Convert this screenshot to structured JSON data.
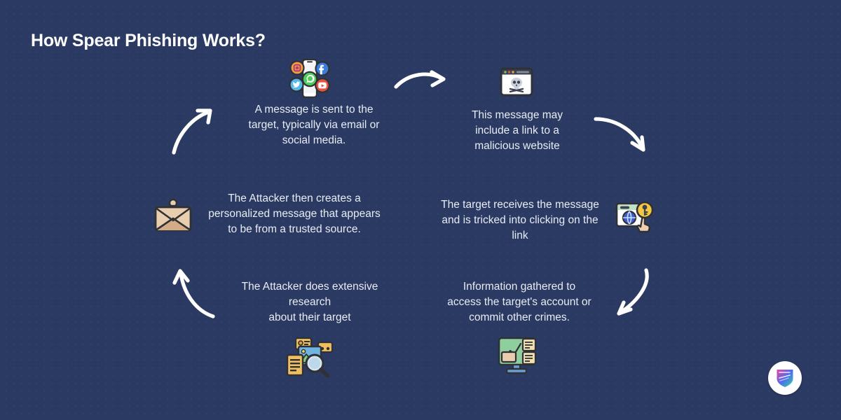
{
  "page": {
    "title": "How Spear Phishing Works?",
    "background_color": "#2b3a62",
    "text_color": "#e8ecf5",
    "title_color": "#ffffff",
    "arrow_color": "#ffffff"
  },
  "steps": [
    {
      "id": "step-1",
      "icon": "phone-social-media-icon",
      "text": "A message is sent to the\ntarget, typically via email or\nsocial media."
    },
    {
      "id": "step-2",
      "icon": "malicious-website-browser-icon",
      "text": "This message may\ninclude a link to a\nmalicious website"
    },
    {
      "id": "step-3",
      "icon": "browser-globe-click-key-icon",
      "text": "The target receives the message\nand is tricked into clicking on the\nlink"
    },
    {
      "id": "step-4",
      "icon": "data-exfiltration-monitor-icon",
      "text": "Information gathered to\naccess the target's account or\ncommit other crimes."
    },
    {
      "id": "step-5",
      "icon": "research-magnifier-documents-icon",
      "text": "The Attacker does extensive research\nabout their target"
    },
    {
      "id": "step-6",
      "icon": "envelope-person-icon",
      "text": "The Attacker then creates a\npersonalized message that appears\nto be from a trusted source."
    }
  ],
  "arrows": [
    {
      "id": "arrow-top-right",
      "name": "arrow-step1-to-step2",
      "direction": "right"
    },
    {
      "id": "arrow-right-down",
      "name": "arrow-step2-to-step3",
      "direction": "down-right"
    },
    {
      "id": "arrow-bottom-right",
      "name": "arrow-step3-to-step4",
      "direction": "down-left"
    },
    {
      "id": "arrow-bottom-left",
      "name": "arrow-step4-to-step5",
      "direction": "up-left"
    },
    {
      "id": "arrow-left-up",
      "name": "arrow-step5-to-step6",
      "direction": "up-right"
    }
  ],
  "logo": {
    "name": "shield-logo",
    "badge_color": "#ffffff",
    "gradient": [
      "#e8479b",
      "#4f6bf0",
      "#2fd7a0"
    ]
  }
}
